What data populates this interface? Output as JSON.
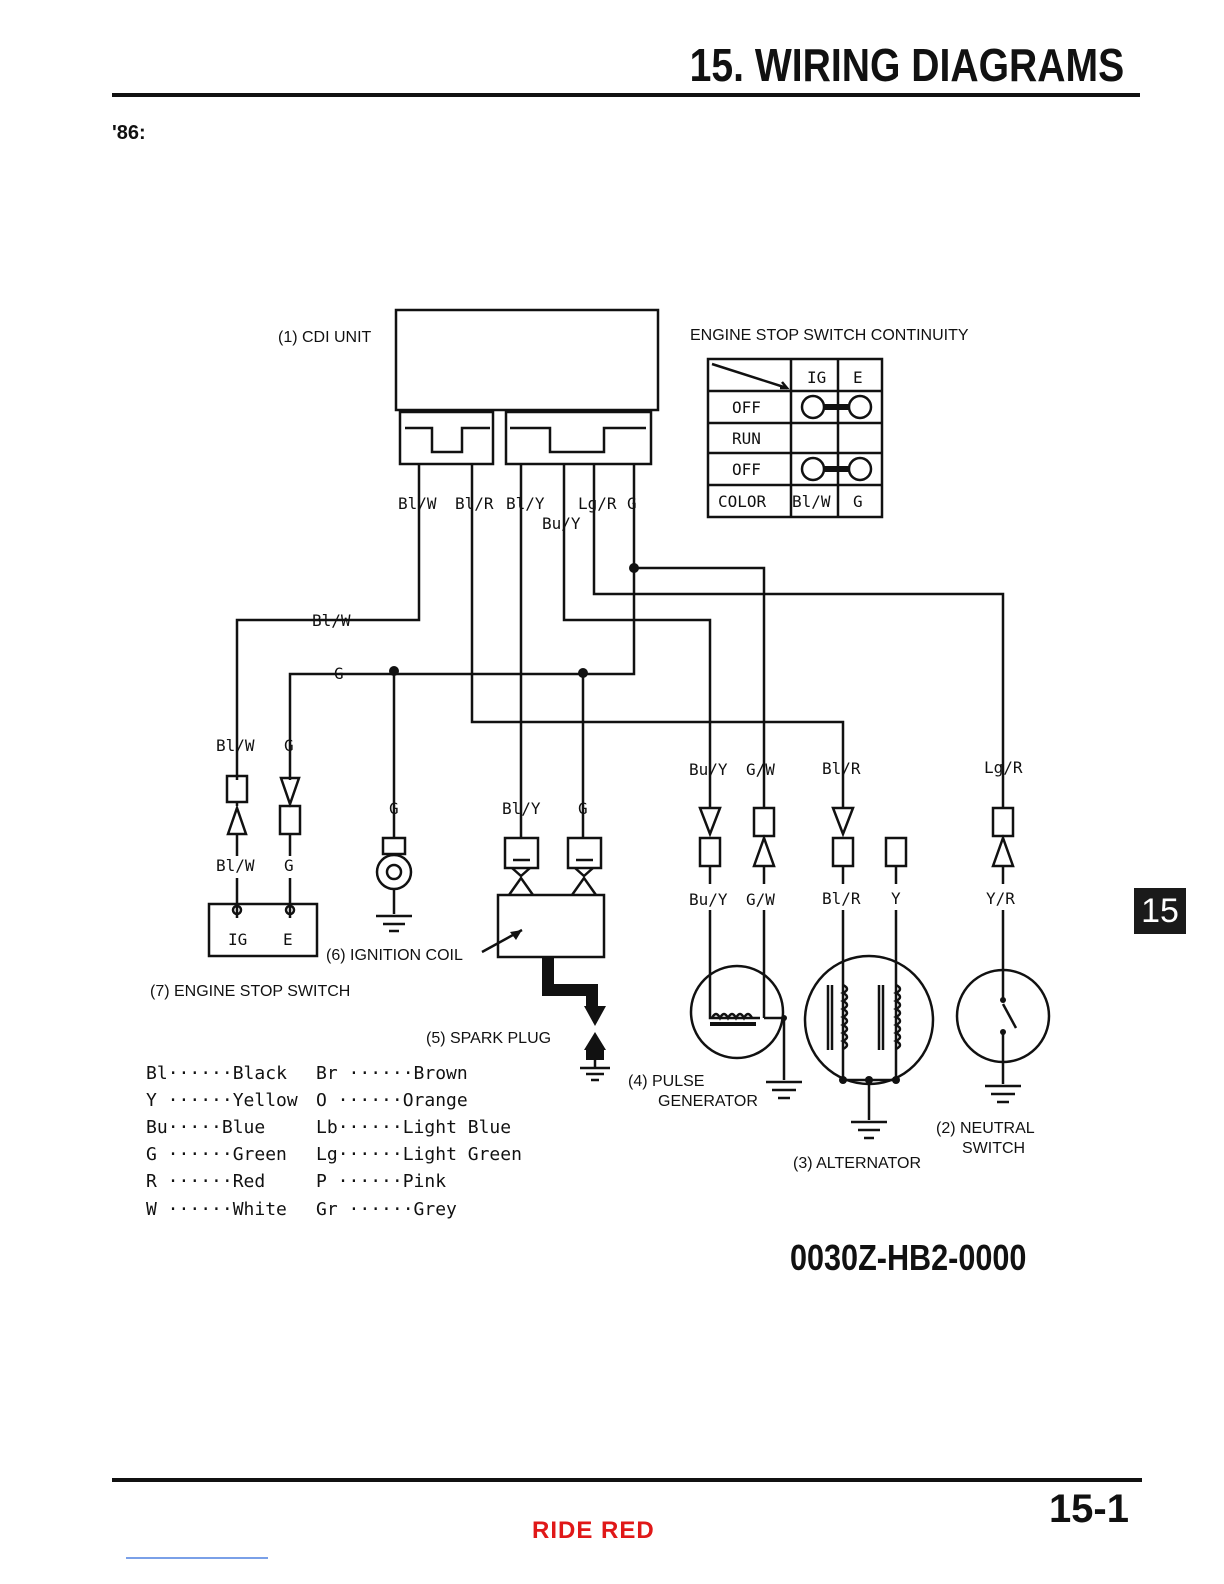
{
  "header": {
    "title": "15. WIRING DIAGRAMS"
  },
  "year_label": "'86:",
  "side_tab": "15",
  "page_number": "15-1",
  "watermark": "RIDE RED",
  "part_number": "0030Z-HB2-0000",
  "components": {
    "cdi_unit": "(1) CDI UNIT",
    "neutral_switch_1": "(2) NEUTRAL",
    "neutral_switch_2": "SWITCH",
    "alternator": "(3) ALTERNATOR",
    "pulse_generator_1": "(4) PULSE",
    "pulse_generator_2": "GENERATOR",
    "spark_plug": "(5) SPARK PLUG",
    "ignition_coil": "(6) IGNITION COIL",
    "engine_stop_switch": "(7) ENGINE STOP SWITCH"
  },
  "continuity": {
    "title": "ENGINE STOP SWITCH CONTINUITY",
    "columns": [
      "IG",
      "E"
    ],
    "rows": [
      "OFF",
      "RUN",
      "OFF",
      "COLOR"
    ],
    "colors": [
      "Bl/W",
      "G"
    ]
  },
  "wire_labels": {
    "cdi_bl_w": "Bl/W",
    "cdi_bl_r": "Bl/R",
    "cdi_bl_y": "Bl/Y",
    "cdi_lg_r": "Lg/R",
    "cdi_g": "G",
    "cdi_bu_y": "Bu/Y",
    "bus_bl_w": "Bl/W",
    "bus_g": "G",
    "ess_bl_w_top": "Bl/W",
    "ess_g_top": "G",
    "ess_bl_w_bot": "Bl/W",
    "ess_g_bot": "G",
    "ess_ig": "IG",
    "ess_e": "E",
    "ground_g": "G",
    "coil_bl_y": "Bl/Y",
    "coil_g": "G",
    "pg_bu_y_top": "Bu/Y",
    "pg_g_w_top": "G/W",
    "pg_bu_y_bot": "Bu/Y",
    "pg_g_w_bot": "G/W",
    "alt_bl_r_top": "Bl/R",
    "alt_bl_r_bot": "Bl/R",
    "alt_y": "Y",
    "ns_lg_r": "Lg/R",
    "ns_y_r": "Y/R"
  },
  "legend": {
    "left": [
      {
        "code": "Bl",
        "dots": "······",
        "name": "Black"
      },
      {
        "code": "Y",
        "dots": " ······",
        "name": "Yellow"
      },
      {
        "code": "Bu",
        "dots": "·····",
        "name": "Blue"
      },
      {
        "code": "G",
        "dots": " ······",
        "name": "Green"
      },
      {
        "code": "R",
        "dots": " ······",
        "name": "Red"
      },
      {
        "code": "W",
        "dots": " ······",
        "name": "White"
      }
    ],
    "right": [
      {
        "code": "Br",
        "dots": " ······",
        "name": "Brown"
      },
      {
        "code": "O",
        "dots": "  ······",
        "name": "Orange"
      },
      {
        "code": "Lb",
        "dots": "······",
        "name": "Light Blue"
      },
      {
        "code": "Lg",
        "dots": "······",
        "name": "Light Green"
      },
      {
        "code": "P",
        "dots": "  ······",
        "name": "Pink"
      },
      {
        "code": "Gr",
        "dots": " ······",
        "name": "Grey"
      }
    ]
  },
  "colors": {
    "ink": "#111111",
    "watermark": "#e01818",
    "tab_bg": "#1a1a1a"
  }
}
